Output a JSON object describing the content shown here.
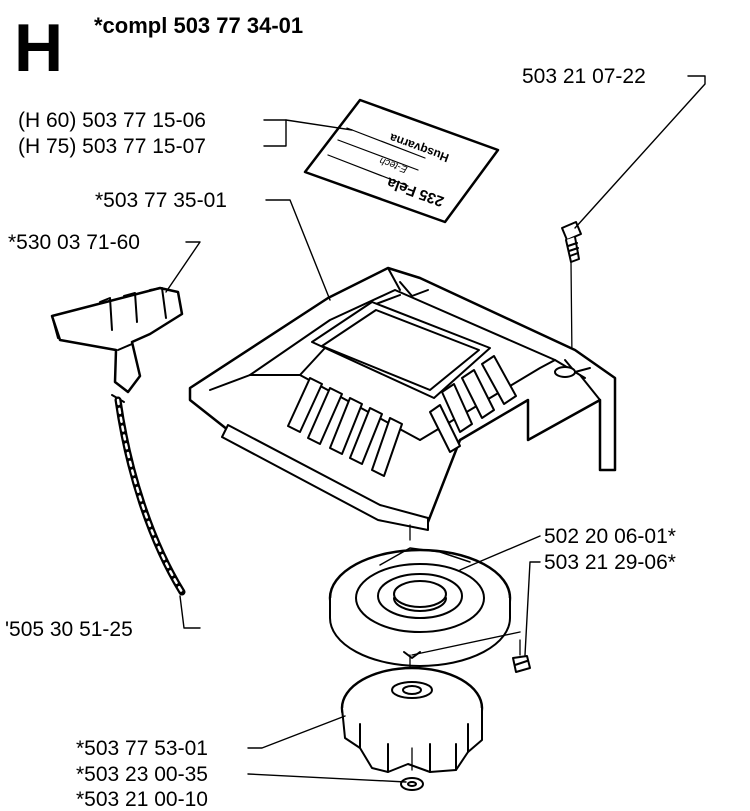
{
  "header": {
    "section_letter": "H",
    "assembly_label": "*compl 503 77 34-01"
  },
  "parts": {
    "screw_top": "503 21 07-22",
    "decal_h60": "(H 60) 503 77 15-06",
    "decal_h75": "(H 75) 503 77 15-07",
    "cover": "*503 77 35-01",
    "handle": "*530 03 71-60",
    "rope": "'505 30 51-25",
    "spring_housing": "502 20 06-01*",
    "small_screw": "503 21 29-06*",
    "pulley": "*503 77 53-01",
    "washer": "*503 23 00-35",
    "bottom_cut": "*503 21 00-10"
  },
  "decal": {
    "brand": "Husqvarna",
    "model": "235 Fela",
    "type": "E-tech"
  }
}
